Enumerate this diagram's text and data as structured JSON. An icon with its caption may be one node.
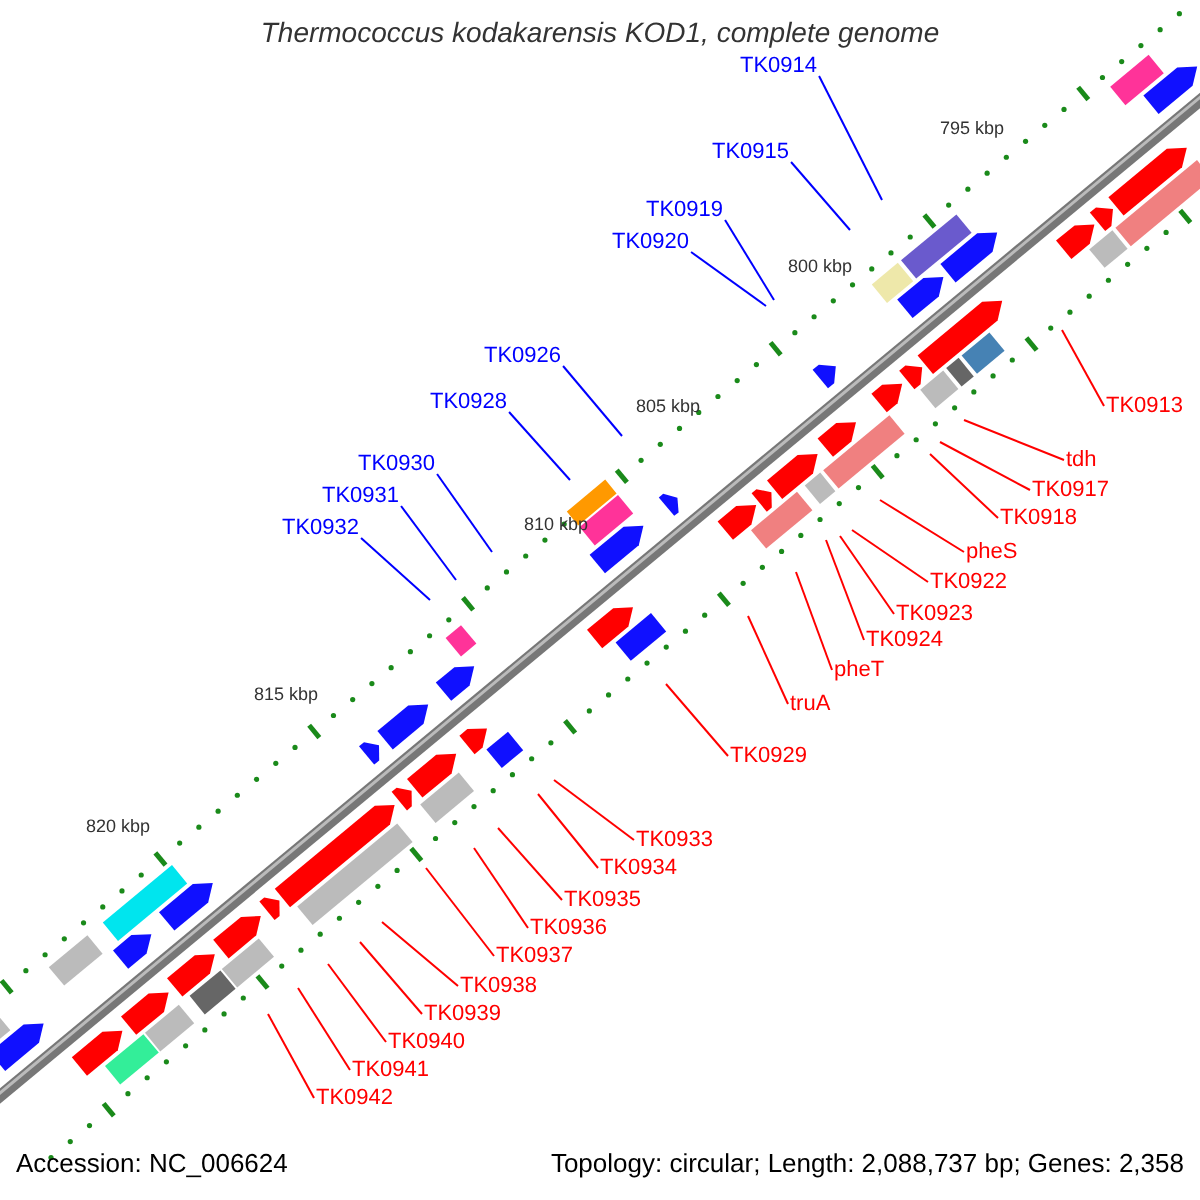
{
  "diagram": {
    "title": "Thermococcus kodakarensis KOD1, complete genome",
    "nodes": [
      {
        "text": [
          "TK0914"
        ]
      },
      {
        "text": [
          "TK0915"
        ]
      },
      {
        "text": [
          "TK0919"
        ]
      },
      {
        "text": [
          "TK0920"
        ]
      },
      {
        "text": [
          "TK0926"
        ]
      },
      {
        "text": [
          "TK0928"
        ]
      },
      {
        "text": [
          "TK0930"
        ]
      },
      {
        "text": [
          "TK0931"
        ]
      },
      {
        "text": [
          "TK0932"
        ]
      },
      {
        "text": [
          "TK0913"
        ]
      },
      {
        "text": [
          "tdh"
        ]
      },
      {
        "text": [
          "TK0917"
        ]
      },
      {
        "text": [
          "TK0918"
        ]
      },
      {
        "text": [
          "pheS"
        ]
      },
      {
        "text": [
          "TK0922"
        ]
      },
      {
        "text": [
          "TK0923"
        ]
      },
      {
        "text": [
          "TK0924"
        ]
      },
      {
        "text": [
          "pheT"
        ]
      },
      {
        "text": [
          "truA"
        ]
      },
      {
        "text": [
          "TK0929"
        ]
      },
      {
        "text": [
          "TK0933"
        ]
      },
      {
        "text": [
          "TK0934"
        ]
      },
      {
        "text": [
          "TK0935"
        ]
      },
      {
        "text": [
          "TK0936"
        ]
      },
      {
        "text": [
          "TK0937"
        ]
      },
      {
        "text": [
          "TK0938"
        ]
      },
      {
        "text": [
          "TK0939"
        ]
      },
      {
        "text": [
          "TK0940"
        ]
      },
      {
        "text": [
          "TK0941"
        ]
      },
      {
        "text": [
          "TK0942"
        ]
      }
    ],
    "edges": [
      {
        "from": 0,
        "to": null,
        "arrow": "none",
        "color": "#0000ff"
      },
      {
        "from": 1,
        "to": null,
        "arrow": "none",
        "color": "#0000ff"
      },
      {
        "from": 2,
        "to": null,
        "arrow": "none",
        "color": "#0000ff"
      },
      {
        "from": 3,
        "to": null,
        "arrow": "none",
        "color": "#0000ff"
      },
      {
        "from": 4,
        "to": null,
        "arrow": "none",
        "color": "#0000ff"
      },
      {
        "from": 5,
        "to": null,
        "arrow": "none",
        "color": "#0000ff"
      },
      {
        "from": 6,
        "to": null,
        "arrow": "none",
        "color": "#0000ff"
      },
      {
        "from": 7,
        "to": null,
        "arrow": "none",
        "color": "#0000ff"
      },
      {
        "from": 8,
        "to": null,
        "arrow": "none",
        "color": "#0000ff"
      },
      {
        "from": 9,
        "to": null,
        "arrow": "none"
      },
      {
        "from": 10,
        "to": null,
        "arrow": "none"
      },
      {
        "from": 11,
        "to": null,
        "arrow": "none"
      },
      {
        "from": 12,
        "to": null,
        "arrow": "none"
      },
      {
        "from": 13,
        "to": null,
        "arrow": "none"
      },
      {
        "from": 14,
        "to": null,
        "arrow": "none"
      },
      {
        "from": 15,
        "to": null,
        "arrow": "none"
      },
      {
        "from": 16,
        "to": null,
        "arrow": "none"
      },
      {
        "from": 17,
        "to": null,
        "arrow": "none"
      },
      {
        "from": 18,
        "to": null,
        "arrow": "none"
      },
      {
        "from": 19,
        "to": null,
        "arrow": "none"
      },
      {
        "from": 20,
        "to": null,
        "arrow": "none"
      },
      {
        "from": 21,
        "to": null,
        "arrow": "none"
      },
      {
        "from": 22,
        "to": null,
        "arrow": "none"
      },
      {
        "from": 23,
        "to": null,
        "arrow": "none"
      },
      {
        "from": 24,
        "to": null,
        "arrow": "none"
      },
      {
        "from": 25,
        "to": null,
        "arrow": "none"
      },
      {
        "from": 26,
        "to": null,
        "arrow": "none"
      },
      {
        "from": 27,
        "to": null,
        "arrow": "none"
      },
      {
        "from": 28,
        "to": null,
        "arrow": "none"
      },
      {
        "from": 29,
        "to": null,
        "arrow": "none"
      }
    ],
    "labels": [
      "795 kbp",
      "800 kbp",
      "805 kbp",
      "810 kbp",
      "815 kbp",
      "820 kbp",
      "Accession: NC_006624",
      "Topology: circular; Length: 2,088,737 bp; Genes: 2,358"
    ]
  }
}
